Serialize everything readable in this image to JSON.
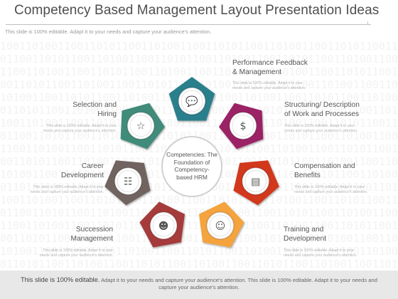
{
  "header": {
    "title": "Competency Based Management Layout Presentation Ideas",
    "subtitle": "This slide is 100% editable. Adapt it to your needs and capture your audience's attention."
  },
  "background_digits": "1001101001100110101100110100110011010110011010011001101011001101\n0110011010110011010011001101011001101001100110101100110100110011\n1100110100110011010110011010011001101011001101001100110101100110\n0011010110011010011001101011001101001100110101100110100110011010\n1010011001101011001101001100110101100110100110011010110011010011\n0110101100110100110011010110011010011001101011001101001100110101\n1001101001100110101100110100110011010110011010011001101011001101\n0110011010110011010011001101011001101001100110101100110100110011\n1100110100110011010110011010011001101011001101001100110101100110\n0011010110011010011001101011001101001100110101100110100110011010\n1010011001101011001101001100110101100110100110011010110011010011\n0110101100110100110011010110011010011001101011001101001100110101\n1001101001100110101100110100110011010110011010011001101011001101\n0110011010110011010011001101011001101001100110101100110100110011\n1100110100110011010110011010011001101011001101001100110101100110\n0011010110011010011001101011001101001100110101100110100110011010\n1010011001101011001101001100110101100110100110011010110011010011\n0110101100110100110011010110011010011001101011001101001100110101",
  "center": {
    "text": "Competencies: The Foundation of Competency- based HRM"
  },
  "nodes": [
    {
      "head_1": "Performance Feedback",
      "head_2": "& Management",
      "color": "#2b7f8c",
      "icon": "chat-bubbles-icon"
    },
    {
      "head_1": "Structuring/ Description",
      "head_2": "of Work and Processes",
      "color": "#9b2465",
      "icon": "money-icon"
    },
    {
      "head_1": "Compensation and",
      "head_2": "Benefits",
      "color": "#d1381f",
      "icon": "presentation-icon"
    },
    {
      "head_1": "Training and",
      "head_2": "Development",
      "color": "#f4a33c",
      "icon": "meeting-icon"
    },
    {
      "head_1": "Succession",
      "head_2": "Management",
      "color": "#a53b3b",
      "icon": "team-icon"
    },
    {
      "head_1": "Career",
      "head_2": "Development",
      "color": "#6f6460",
      "icon": "group-icon"
    },
    {
      "head_1": "Selection and",
      "head_2": "Hiring",
      "color": "#3f8b79",
      "icon": "handshake-icon"
    }
  ],
  "desc_line_1": "This slide is 100% editable. Adapt it to your",
  "desc_line_2": "needs and capture your audience's attention.",
  "footer": {
    "lead": "This slide is 100% editable.",
    "rest_1": " Adapt it to your needs and capture your audience's attention. This slide is 100% editable. Adapt it to your needs and",
    "rest_2": "capture your audience's attention."
  }
}
